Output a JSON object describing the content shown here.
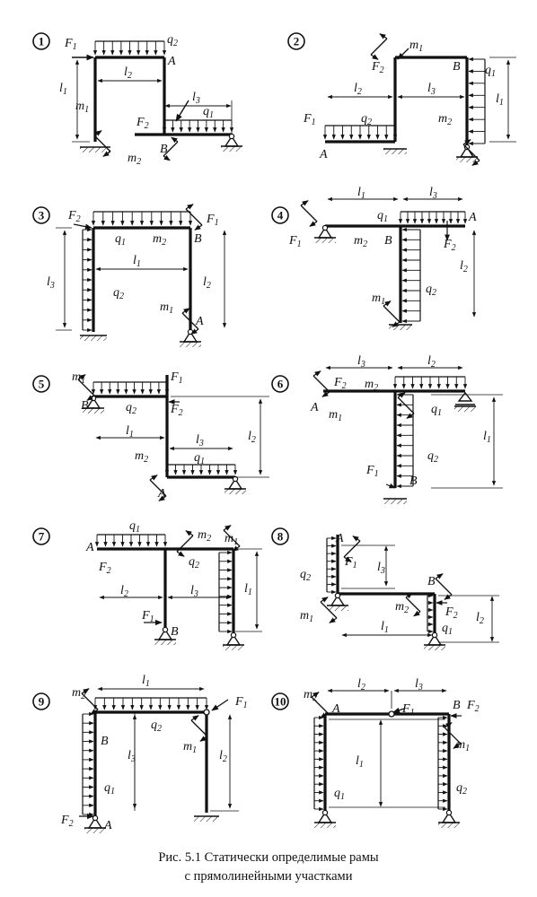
{
  "caption": {
    "line1": "Рис. 5.1 Статически определимые рамы",
    "line2": "с прямолинейными участками"
  },
  "colors": {
    "ink": "#111111",
    "background": "#ffffff"
  },
  "panels": [
    {
      "number": "1",
      "labels": [
        [
          "F",
          "1"
        ],
        [
          "q",
          "2"
        ],
        [
          "A",
          ""
        ],
        [
          "l",
          "2"
        ],
        [
          "l",
          "1"
        ],
        [
          "m",
          "1"
        ],
        [
          "l",
          "3"
        ],
        [
          "F",
          "2"
        ],
        [
          "q",
          "1"
        ],
        [
          "m",
          "2"
        ],
        [
          "B",
          ""
        ]
      ]
    },
    {
      "number": "2",
      "labels": [
        [
          "m",
          "1"
        ],
        [
          "F",
          "2"
        ],
        [
          "B",
          ""
        ],
        [
          "q",
          "1"
        ],
        [
          "l",
          "2"
        ],
        [
          "l",
          "3"
        ],
        [
          "l",
          "1"
        ],
        [
          "F",
          "1"
        ],
        [
          "q",
          "2"
        ],
        [
          "m",
          "2"
        ],
        [
          "A",
          ""
        ]
      ]
    },
    {
      "number": "3",
      "labels": [
        [
          "F",
          "2"
        ],
        [
          "F",
          "1"
        ],
        [
          "q",
          "1"
        ],
        [
          "m",
          "2"
        ],
        [
          "B",
          ""
        ],
        [
          "l",
          "1"
        ],
        [
          "l",
          "3"
        ],
        [
          "q",
          "2"
        ],
        [
          "l",
          "2"
        ],
        [
          "m",
          "1"
        ],
        [
          "A",
          ""
        ]
      ]
    },
    {
      "number": "4",
      "labels": [
        [
          "l",
          "1"
        ],
        [
          "l",
          "3"
        ],
        [
          "q",
          "1"
        ],
        [
          "A",
          ""
        ],
        [
          "F",
          "1"
        ],
        [
          "m",
          "2"
        ],
        [
          "B",
          ""
        ],
        [
          "F",
          "2"
        ],
        [
          "l",
          "2"
        ],
        [
          "q",
          "2"
        ],
        [
          "m",
          "1"
        ]
      ]
    },
    {
      "number": "5",
      "labels": [
        [
          "m",
          "1"
        ],
        [
          "F",
          "1"
        ],
        [
          "B",
          ""
        ],
        [
          "q",
          "2"
        ],
        [
          "F",
          "2"
        ],
        [
          "l",
          "1"
        ],
        [
          "l",
          "2"
        ],
        [
          "l",
          "3"
        ],
        [
          "m",
          "2"
        ],
        [
          "q",
          "1"
        ],
        [
          "A",
          ""
        ]
      ]
    },
    {
      "number": "6",
      "labels": [
        [
          "l",
          "3"
        ],
        [
          "l",
          "2"
        ],
        [
          "F",
          "2"
        ],
        [
          "m",
          "2"
        ],
        [
          "A",
          ""
        ],
        [
          "m",
          "1"
        ],
        [
          "q",
          "1"
        ],
        [
          "l",
          "1"
        ],
        [
          "q",
          "2"
        ],
        [
          "F",
          "1"
        ],
        [
          "B",
          ""
        ]
      ]
    },
    {
      "number": "7",
      "labels": [
        [
          "q",
          "1"
        ],
        [
          "m",
          "2"
        ],
        [
          "m",
          "1"
        ],
        [
          "A",
          ""
        ],
        [
          "q",
          "2"
        ],
        [
          "F",
          "2"
        ],
        [
          "l",
          "1"
        ],
        [
          "l",
          "2"
        ],
        [
          "l",
          "3"
        ],
        [
          "F",
          "1"
        ],
        [
          "B",
          ""
        ]
      ]
    },
    {
      "number": "8",
      "labels": [
        [
          "A",
          ""
        ],
        [
          "F",
          "1"
        ],
        [
          "q",
          "2"
        ],
        [
          "l",
          "3"
        ],
        [
          "B",
          ""
        ],
        [
          "m",
          "2"
        ],
        [
          "F",
          "2"
        ],
        [
          "m",
          "1"
        ],
        [
          "l",
          "2"
        ],
        [
          "l",
          "1"
        ],
        [
          "q",
          "1"
        ]
      ]
    },
    {
      "number": "9",
      "labels": [
        [
          "m",
          "2"
        ],
        [
          "l",
          "1"
        ],
        [
          "F",
          "1"
        ],
        [
          "B",
          ""
        ],
        [
          "q",
          "2"
        ],
        [
          "m",
          "1"
        ],
        [
          "l",
          "3"
        ],
        [
          "l",
          "2"
        ],
        [
          "q",
          "1"
        ],
        [
          "F",
          "2"
        ],
        [
          "A",
          ""
        ]
      ]
    },
    {
      "number": "10",
      "labels": [
        [
          "m",
          "2"
        ],
        [
          "l",
          "2"
        ],
        [
          "l",
          "3"
        ],
        [
          "A",
          ""
        ],
        [
          "F",
          "1"
        ],
        [
          "B",
          ""
        ],
        [
          "F",
          "2"
        ],
        [
          "m",
          "1"
        ],
        [
          "l",
          "1"
        ],
        [
          "q",
          "1"
        ],
        [
          "q",
          "2"
        ]
      ]
    }
  ]
}
